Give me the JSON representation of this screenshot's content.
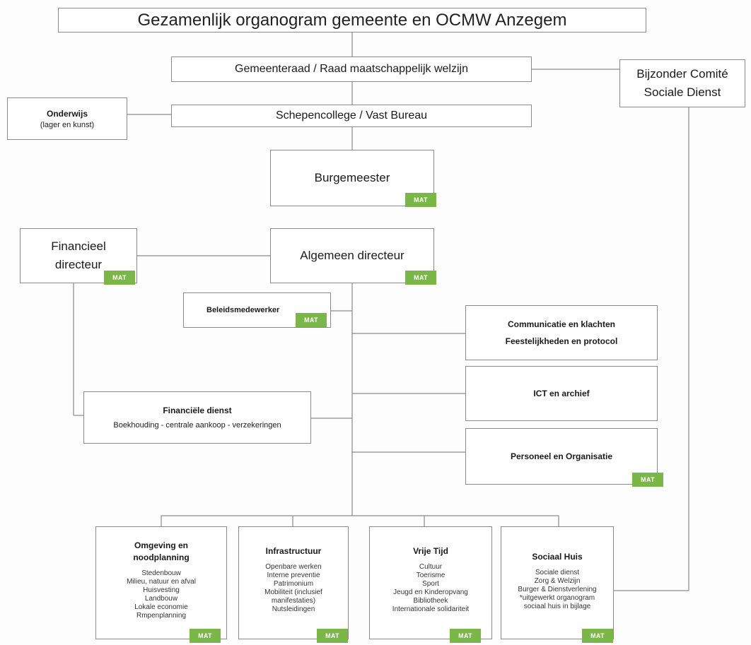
{
  "title": "Gezamenlijk organogram gemeente en OCMW Anzegem",
  "gemeenteraad": "Gemeenteraad / Raad maatschappelijk welzijn",
  "schepencollege": "Schepencollege / Vast Bureau",
  "bijzonder_comite": [
    "Bijzonder Comité",
    "Sociale Dienst"
  ],
  "onderwijs": {
    "title": "Onderwijs",
    "sub": "(lager en kunst)"
  },
  "burgemeester": "Burgemeester",
  "financieel_directeur": [
    "Financieel",
    "directeur"
  ],
  "algemeen_directeur": "Algemeen directeur",
  "beleidsmedewerker": "Beleidsmedewerker",
  "communicatie": [
    "Communicatie en klachten",
    "Feestelijkheden en protocol"
  ],
  "ict": "ICT en archief",
  "personeel": "Personeel en Organisatie",
  "financiele_dienst": {
    "title": "Financiële dienst",
    "sub": "Boekhouding - centrale aankoop - verzekeringen"
  },
  "mat_label": "MAT",
  "departments": [
    {
      "title": "Omgeving en noodplanning",
      "items": [
        "Stedenbouw",
        "Milieu, natuur en afval",
        "Huisvesting",
        "Landbouw",
        "Lokale economie",
        "Rmpenplanning"
      ]
    },
    {
      "title": "Infrastructuur",
      "items": [
        "Openbare werken",
        "Interne preventie",
        "Patrimonium",
        "Mobiliteit (inclusief",
        "manifestaties)",
        "Nutsleidingen"
      ]
    },
    {
      "title": "Vrije Tijd",
      "items": [
        "Cultuur",
        "Toerisme",
        "Sport",
        "Jeugd en Kinderopvang",
        "Bibliotheek",
        "Internationale solidariteit"
      ]
    },
    {
      "title": "Sociaal Huis",
      "items": [
        "Sociale dienst",
        "Zorg & Welzijn",
        "Burger & Dienstverlening",
        "*uitgewerkt organogram",
        "sociaal huis in bijlage"
      ]
    }
  ]
}
